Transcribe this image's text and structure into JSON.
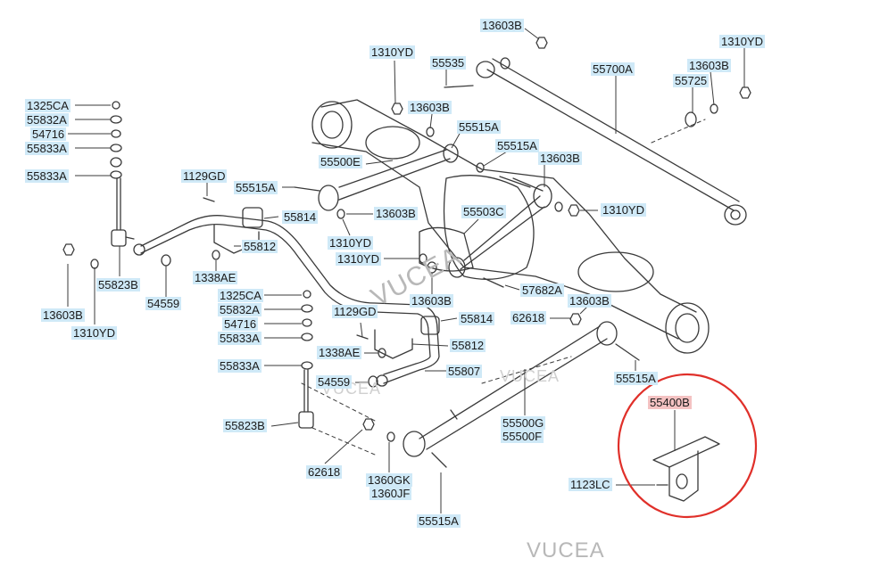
{
  "labels": [
    {
      "id": "l01",
      "text": "13603B"
    },
    {
      "id": "l02",
      "text": "1310YD"
    },
    {
      "id": "l03",
      "text": "55535"
    },
    {
      "id": "l04",
      "text": "55700A"
    },
    {
      "id": "l05",
      "text": "1310YD"
    },
    {
      "id": "l06",
      "text": "13603B"
    },
    {
      "id": "l07",
      "text": "55725"
    },
    {
      "id": "l08",
      "text": "13603B"
    },
    {
      "id": "l09",
      "text": "55515A"
    },
    {
      "id": "l10",
      "text": "1325CA"
    },
    {
      "id": "l11",
      "text": "55832A"
    },
    {
      "id": "l12",
      "text": "54716"
    },
    {
      "id": "l13",
      "text": "55833A"
    },
    {
      "id": "l14",
      "text": "55833A"
    },
    {
      "id": "l15",
      "text": "55515A"
    },
    {
      "id": "l16",
      "text": "55500E"
    },
    {
      "id": "l17",
      "text": "13603B"
    },
    {
      "id": "l18",
      "text": "1129GD"
    },
    {
      "id": "l19",
      "text": "55515A"
    },
    {
      "id": "l20",
      "text": "55814"
    },
    {
      "id": "l21",
      "text": "13603B"
    },
    {
      "id": "l22",
      "text": "55503C"
    },
    {
      "id": "l23",
      "text": "1310YD"
    },
    {
      "id": "l24",
      "text": "55812"
    },
    {
      "id": "l25",
      "text": "1310YD"
    },
    {
      "id": "l26",
      "text": "1310YD"
    },
    {
      "id": "l27",
      "text": "13603B"
    },
    {
      "id": "l28",
      "text": "1310YD"
    },
    {
      "id": "l29",
      "text": "55823B"
    },
    {
      "id": "l30",
      "text": "54559"
    },
    {
      "id": "l31",
      "text": "1338AE"
    },
    {
      "id": "l32",
      "text": "1325CA"
    },
    {
      "id": "l33",
      "text": "55832A"
    },
    {
      "id": "l34",
      "text": "54716"
    },
    {
      "id": "l35",
      "text": "55833A"
    },
    {
      "id": "l36",
      "text": "55833A"
    },
    {
      "id": "l37",
      "text": "57682A"
    },
    {
      "id": "l38",
      "text": "13603B"
    },
    {
      "id": "l39",
      "text": "13603B"
    },
    {
      "id": "l40",
      "text": "1129GD"
    },
    {
      "id": "l41",
      "text": "55814"
    },
    {
      "id": "l42",
      "text": "62618"
    },
    {
      "id": "l43",
      "text": "55812"
    },
    {
      "id": "l44",
      "text": "1338AE"
    },
    {
      "id": "l45",
      "text": "55807"
    },
    {
      "id": "l46",
      "text": "54559"
    },
    {
      "id": "l47",
      "text": "55515A"
    },
    {
      "id": "l48",
      "text": "55400B"
    },
    {
      "id": "l49",
      "text": "55823B"
    },
    {
      "id": "l50",
      "text": "55500G"
    },
    {
      "id": "l51",
      "text": "55500F"
    },
    {
      "id": "l52",
      "text": "62618"
    },
    {
      "id": "l53",
      "text": "1360GK"
    },
    {
      "id": "l54",
      "text": "1360JF"
    },
    {
      "id": "l55",
      "text": "1123LC"
    },
    {
      "id": "l56",
      "text": "55515A"
    }
  ],
  "highlight_color": "#e0302a",
  "label_bg_color": "#cfe9f7",
  "highlight_label_bg_color": "#f4c2c2",
  "watermarks": [
    "VUCEA",
    "VUCEA",
    "VUCEA",
    "VUCEA"
  ]
}
